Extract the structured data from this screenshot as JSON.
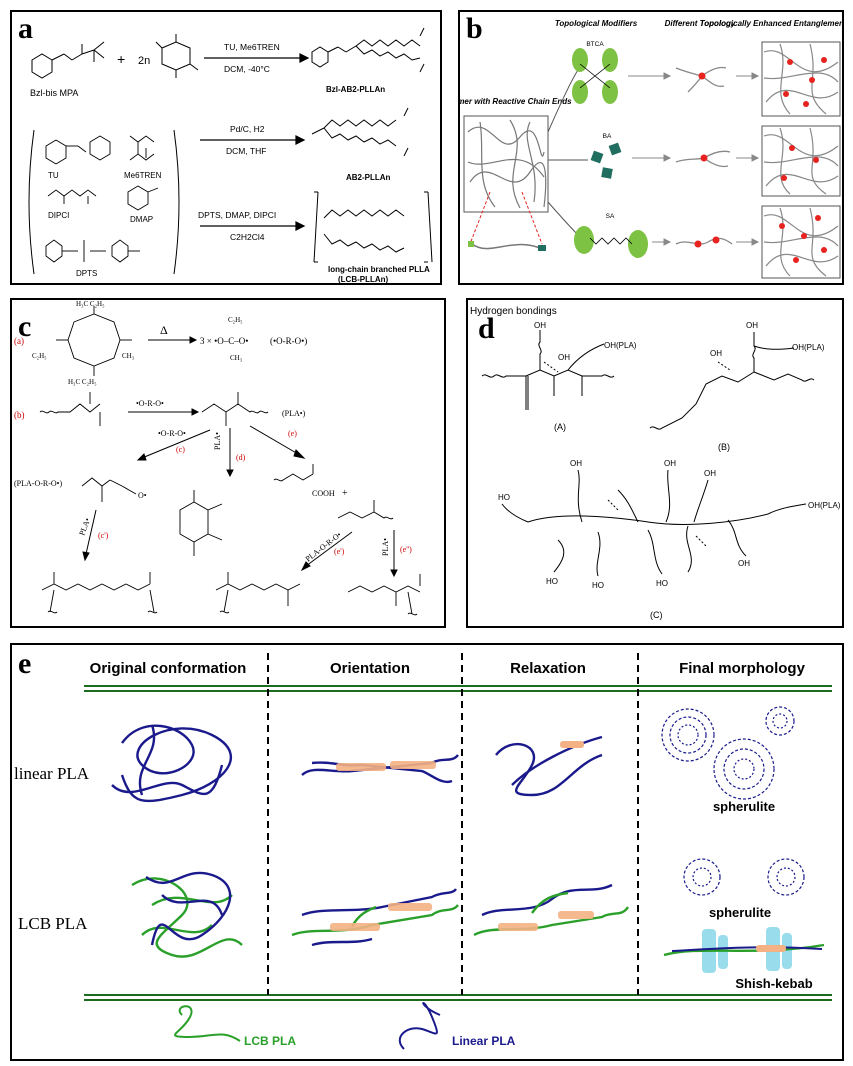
{
  "panel_a": {
    "label": "a",
    "reagent_1": "Bzl-bis MPA",
    "plus": "+",
    "coefficient": "2n",
    "step1_conditions_top": "TU, Me6TREN",
    "step1_conditions_bottom": "DCM, -40°C",
    "product_1": "Bzl-AB2-PLLAn",
    "catalysts": [
      "TU",
      "Me6TREN",
      "DIPCI",
      "DMAP",
      "DPTS"
    ],
    "step2_conditions_top": "Pd/C, H2",
    "step2_conditions_bottom": "DCM, THF",
    "product_2": "AB2-PLLAn",
    "step3_conditions_top": "DPTS, DMAP, DIPCI",
    "step3_conditions_bottom": "C2H2Cl4",
    "product_3_line1": "long-chain branched PLLA",
    "product_3_line2": "(LCB-PLLAn)"
  },
  "panel_b": {
    "label": "b",
    "header_modifiers": "Topological Modifiers",
    "header_topology": "Different Topology",
    "header_network": "Topologically Enhanced Entanglement Network",
    "polymer_label": "Polymer with Reactive Chain Ends",
    "modifiers": [
      "BTCA",
      "BA",
      "SA"
    ]
  },
  "panel_c": {
    "label": "c",
    "steps": [
      "(a)",
      "(b)",
      "(c)",
      "(d)",
      "(e)",
      "(c')",
      "(e')",
      "(e'')"
    ],
    "delta": "Δ",
    "radical_product": "3 × •O–C–O•",
    "radical_short": "(•O-R-O•)",
    "pla_radical": "(PLA•)",
    "radical_label": "•O-R-O•",
    "pla_o_r_o": "(PLA-O-R-O•)",
    "pla_dot": "PLA•",
    "pla_o_r_o_dot": "PLA-O-R-O•",
    "cooh": "COOH"
  },
  "panel_d": {
    "label": "d",
    "title": "Hydrogen bondings",
    "sublabels": [
      "(A)",
      "(B)",
      "(C)"
    ],
    "oh": "OH",
    "ho": "HO",
    "oh_pla": "OH(PLA)"
  },
  "panel_e": {
    "label": "e",
    "columns": [
      "Original conformation",
      "Orientation",
      "Relaxation",
      "Final morphology"
    ],
    "rows": [
      "linear PLA",
      "LCB PLA"
    ],
    "spherulite": "spherulite",
    "shish_kebab": "Shish-kebab",
    "legend_lcb": "LCB PLA",
    "legend_linear": "Linear PLA"
  },
  "colors": {
    "linear_chain": "#1a1a8c",
    "lcb_chain": "#2aa02a",
    "orientation_bar": "#f4b183",
    "modifier_green": "#7dc242",
    "ba_teal": "#1f6e5f",
    "crosslink_red": "#e8231f",
    "step_red": "#cc0000",
    "divider_green": "#1d6b1d",
    "kebab": "#7fd3e6"
  }
}
